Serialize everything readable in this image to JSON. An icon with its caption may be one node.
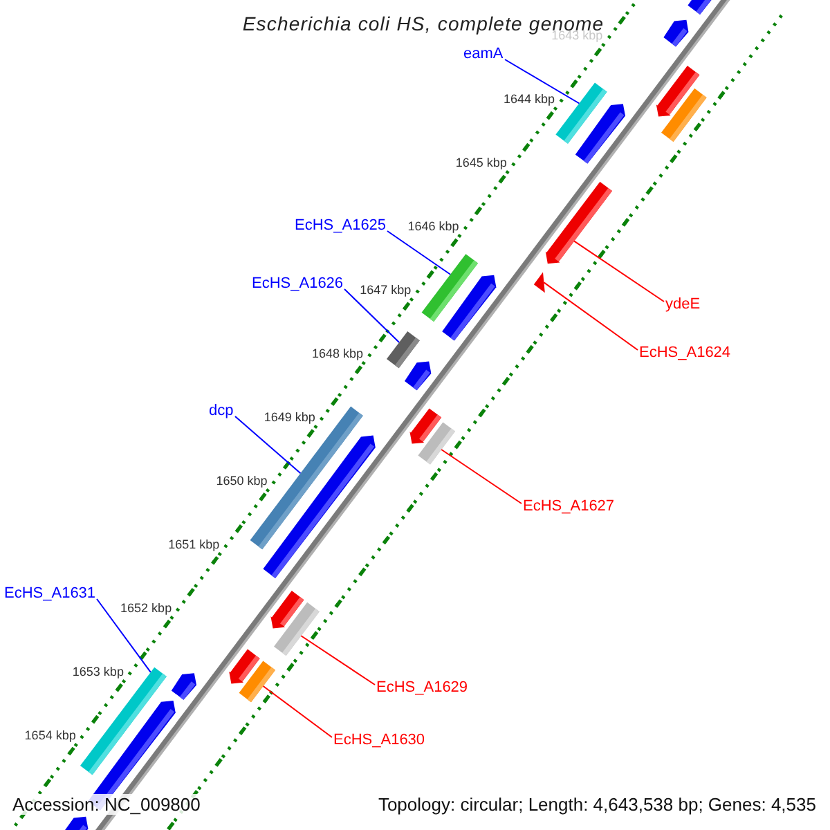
{
  "diagram": {
    "title": "Escherichia coli HS, complete genome",
    "nodes": [
      {
        "text": [
          "eamA"
        ]
      },
      {
        "text": [
          "EcHS_A1625"
        ]
      },
      {
        "text": [
          "EcHS_A1626"
        ]
      },
      {
        "text": [
          "ydeE"
        ]
      },
      {
        "text": [
          "EcHS_A1624"
        ]
      },
      {
        "text": [
          "dcp"
        ]
      },
      {
        "text": [
          "EcHS_A1627"
        ]
      },
      {
        "text": [
          "EcHS_A1631"
        ]
      },
      {
        "text": [
          "EcHS_A1629"
        ]
      },
      {
        "text": [
          "EcHS_A1630"
        ]
      },
      {
        "text": [],
        "shape": "bar"
      },
      {
        "text": [],
        "shape": "bar"
      },
      {
        "text": [],
        "shape": "bar"
      },
      {
        "text": [],
        "shape": "bar"
      },
      {
        "text": [],
        "shape": "triangle"
      },
      {
        "text": [],
        "shape": "bar"
      },
      {
        "text": [],
        "shape": "bar"
      },
      {
        "text": [],
        "shape": "bar"
      },
      {
        "text": [],
        "shape": "bar"
      },
      {
        "text": [],
        "shape": "bar"
      },
      {
        "text": [],
        "shape": "bar"
      },
      {
        "text": [],
        "shape": "bar"
      },
      {
        "text": [],
        "shape": "bar"
      },
      {
        "text": [],
        "shape": "bar"
      },
      {
        "text": [],
        "shape": "bar"
      },
      {
        "text": [],
        "shape": "bar"
      },
      {
        "text": [],
        "shape": "bar"
      },
      {
        "text": [],
        "shape": "bar"
      },
      {
        "text": [],
        "shape": "bar"
      },
      {
        "text": [],
        "shape": "bar"
      },
      {
        "text": [],
        "shape": "bar"
      },
      {
        "text": [],
        "shape": "bar"
      },
      {
        "text": [],
        "shape": "bar"
      },
      {
        "text": [],
        "shape": "bar"
      }
    ],
    "edges": [
      {
        "from": 0,
        "to": 10,
        "arrow": "none",
        "color": "#0000ff"
      },
      {
        "from": 1,
        "to": 11,
        "arrow": "none",
        "color": "#0000ff"
      },
      {
        "from": 2,
        "to": 12,
        "arrow": "none",
        "color": "#0000ff"
      },
      {
        "from": 3,
        "to": 13,
        "arrow": "none",
        "color": "#ff0000"
      },
      {
        "from": 4,
        "to": 14,
        "arrow": "none",
        "color": "#ff0000"
      },
      {
        "from": 5,
        "to": 15,
        "arrow": "none",
        "color": "#0000ff"
      },
      {
        "from": 6,
        "to": 16,
        "arrow": "none",
        "color": "#ff0000"
      },
      {
        "from": 7,
        "to": 17,
        "arrow": "none",
        "color": "#0000ff"
      },
      {
        "from": 8,
        "to": 18,
        "arrow": "none",
        "color": "#ff0000"
      },
      {
        "from": 9,
        "to": 19,
        "arrow": "none",
        "color": "#ff0000"
      }
    ],
    "labels": [
      "1643 kbp",
      "1644 kbp",
      "1645 kbp",
      "1646 kbp",
      "1647 kbp",
      "1648 kbp",
      "1649 kbp",
      "1650 kbp",
      "1651 kbp",
      "1652 kbp",
      "1653 kbp",
      "1654 kbp",
      "Accession: NC_009800",
      "Topology: circular; Length: 4,643,538 bp; Genes: 4,535"
    ]
  }
}
